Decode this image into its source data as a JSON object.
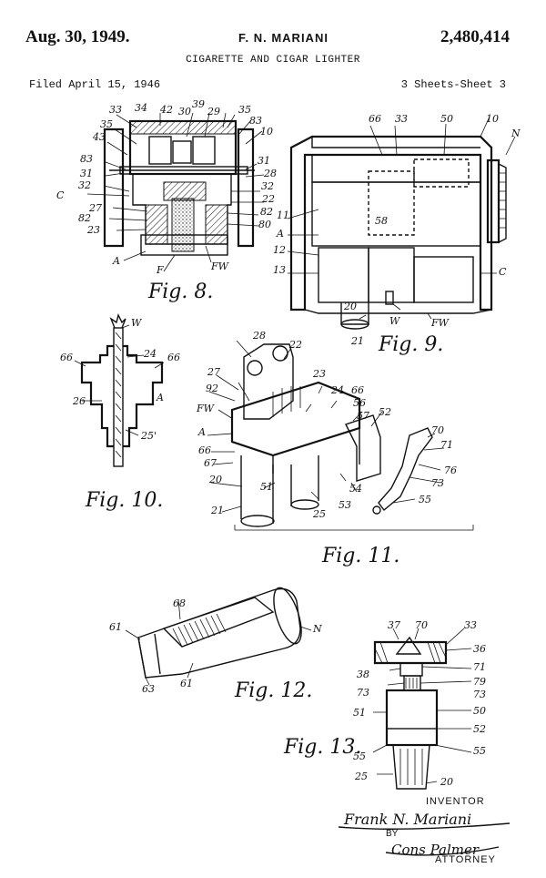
{
  "header": {
    "date": "Aug. 30, 1949.",
    "inventor": "F. N. MARIANI",
    "patent_number": "2,480,414",
    "title": "CIGARETTE AND CIGAR LIGHTER",
    "filed": "Filed April 15, 1946",
    "sheets": "3 Sheets-Sheet 3"
  },
  "figures": {
    "fig8": {
      "label": "Fig. 8.",
      "refs": [
        "33",
        "34",
        "42",
        "30",
        "39",
        "29",
        "35",
        "35",
        "83",
        "10",
        "43",
        "83",
        "31",
        "31",
        "28",
        "32",
        "32",
        "C",
        "27",
        "22",
        "82",
        "82",
        "23",
        "80",
        "A",
        "F",
        "FW"
      ]
    },
    "fig9": {
      "label": "Fig. 9.",
      "refs": [
        "66",
        "33",
        "50",
        "10",
        "N",
        "11",
        "58",
        "A",
        "12",
        "13",
        "C",
        "20",
        "21",
        "W",
        "FW"
      ]
    },
    "fig10": {
      "label": "Fig. 10.",
      "refs": [
        "W",
        "24",
        "66",
        "66",
        "A",
        "26",
        "25"
      ]
    },
    "fig11": {
      "label": "Fig. 11.",
      "refs": [
        "28",
        "22",
        "27",
        "23",
        "92",
        "24",
        "66",
        "56",
        "FW",
        "57",
        "52",
        "A",
        "66",
        "67",
        "70",
        "71",
        "76",
        "73",
        "20",
        "51",
        "54",
        "55",
        "21",
        "53",
        "25"
      ]
    },
    "fig12": {
      "label": "Fig. 12.",
      "refs": [
        "68",
        "61",
        "N",
        "63",
        "61"
      ]
    },
    "fig13": {
      "label": "Fig. 13.",
      "refs": [
        "37",
        "70",
        "33",
        "36",
        "71",
        "38",
        "79",
        "73",
        "73",
        "51",
        "50",
        "52",
        "55",
        "55",
        "25",
        "20"
      ]
    }
  },
  "signature": {
    "inventor_caption": "INVENTOR",
    "inventor_signature": "Frank N. Mariani",
    "by": "BY",
    "attorney_signature": "Cons Palmer",
    "attorney_caption": "ATTORNEY"
  }
}
